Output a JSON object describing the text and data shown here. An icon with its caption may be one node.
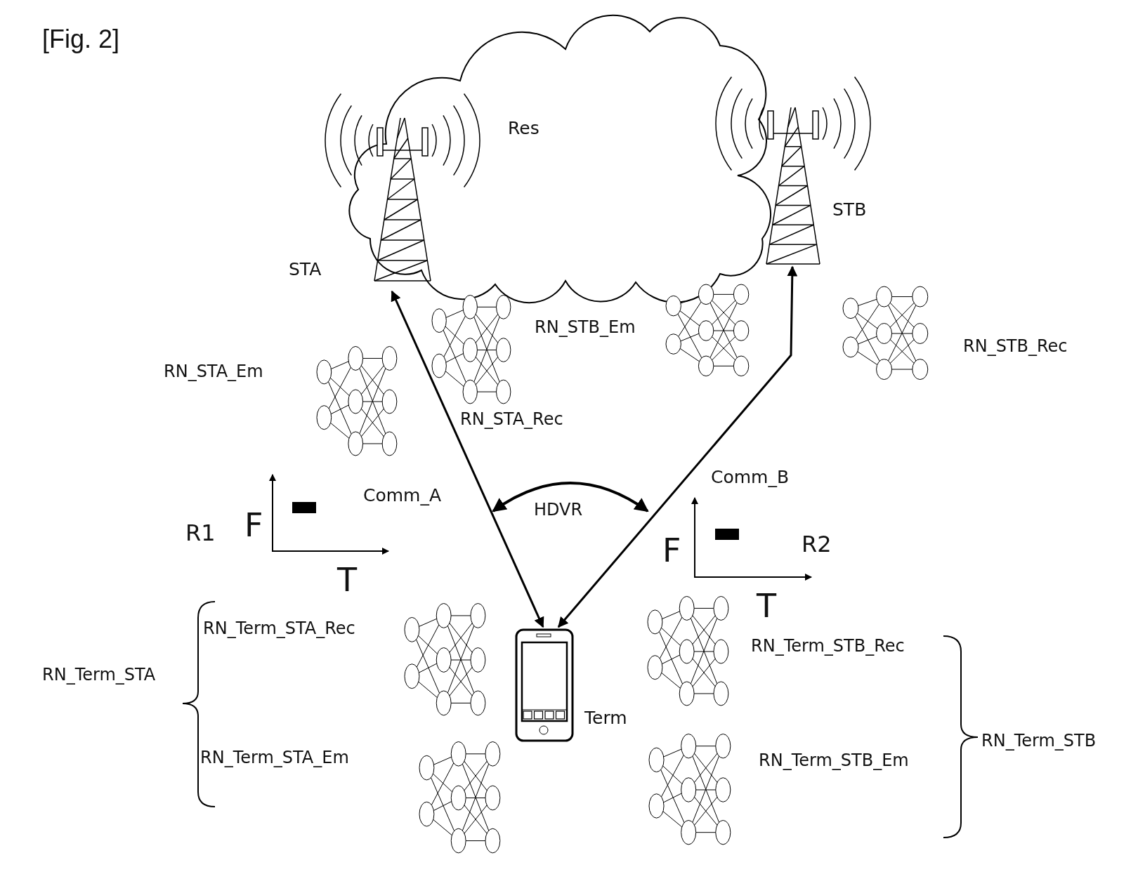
{
  "diagram": {
    "title": "[Fig. 2]",
    "nodes": [
      {
        "text": [
          "Res"
        ]
      },
      {
        "text": [
          "STA"
        ]
      },
      {
        "text": [
          "STB"
        ]
      },
      {
        "text": [
          "Term"
        ]
      }
    ],
    "edges": [
      {
        "from": 3,
        "to": 1,
        "arrow": "both",
        "label": "Comm_A"
      },
      {
        "from": 3,
        "to": 2,
        "arrow": "both",
        "label": "Comm_B"
      }
    ],
    "labels": [
      "RN_STB_Em",
      "RN_STB_Rec",
      "RN_STA_Em",
      "RN_STA_Rec",
      "HDVR",
      "R1",
      "F",
      "T",
      "R2",
      "F",
      "T",
      "RN_Term_STA_Rec",
      "RN_Term_STB_Rec",
      "RN_Term_STA",
      "RN_Term_STA_Em",
      "RN_Term_STB_Em",
      "RN_Term_STB"
    ]
  }
}
